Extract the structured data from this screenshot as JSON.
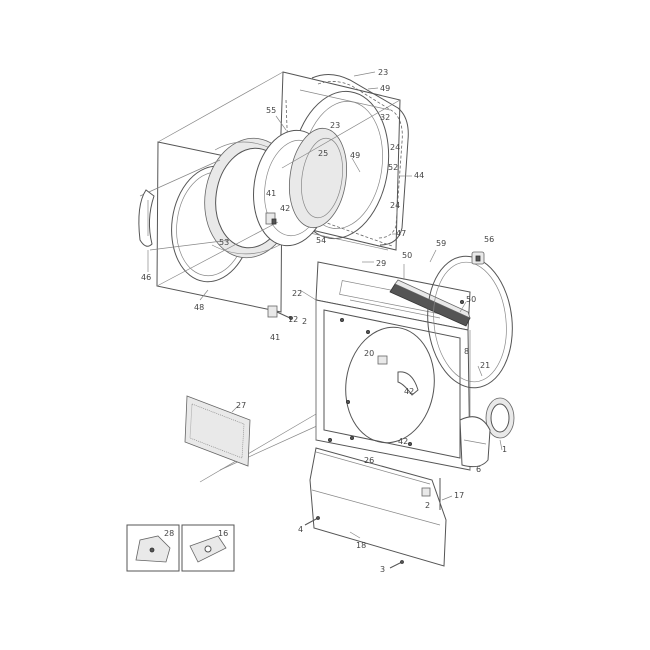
{
  "diagram": {
    "callouts": {
      "c1": "1",
      "c2": "2",
      "c2b": "2",
      "c3": "3",
      "c4": "4",
      "c6": "6",
      "c8": "8",
      "c12": "12",
      "c16": "16",
      "c17": "17",
      "c18": "18",
      "c20": "20",
      "c21": "21",
      "c22": "22",
      "c23": "23",
      "c23b": "23",
      "c24a": "24",
      "c24b": "24",
      "c25": "25",
      "c26": "26",
      "c27": "27",
      "c28": "28",
      "c29": "29",
      "c32": "32",
      "c41a": "41",
      "c41b": "41",
      "c42a": "42",
      "c42b": "42",
      "c42c": "42",
      "c44": "44",
      "c46": "46",
      "c47": "47",
      "c48": "48",
      "c49a": "49",
      "c49b": "49",
      "c50a": "50",
      "c50b": "50",
      "c52": "52",
      "c53": "53",
      "c54": "54",
      "c55": "55",
      "c56": "56",
      "c59": "59"
    }
  }
}
